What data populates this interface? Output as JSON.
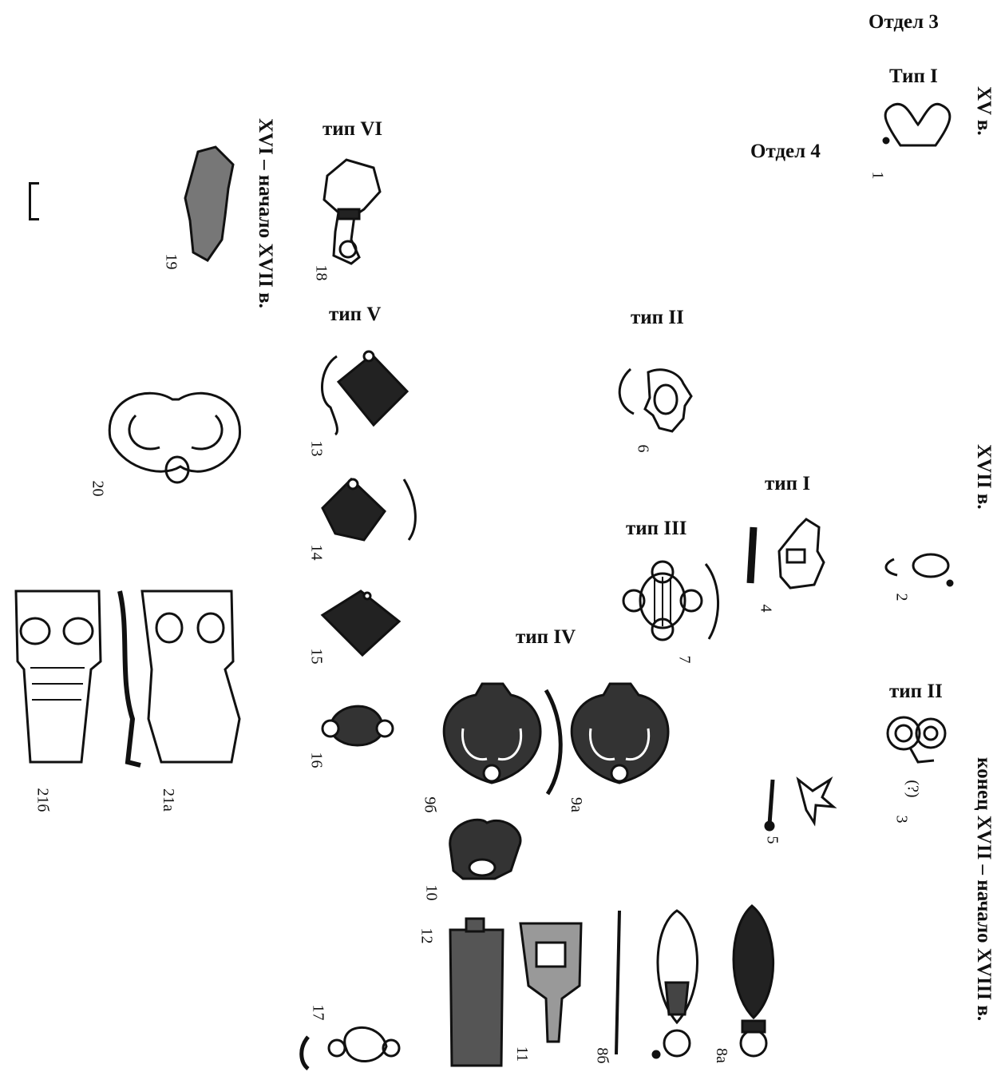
{
  "headers": {
    "otdel3": "Отдел 3",
    "otdel4": "Отдел 4",
    "tip_I_3": "Тип I",
    "tip_II_3": "тип II",
    "tip_I_4": "тип I",
    "tip_II_4": "тип II",
    "tip_III": "тип III",
    "tip_IV": "тип IV",
    "tip_V": "тип V",
    "tip_VI": "тип VI"
  },
  "periods": {
    "xv": "XV в.",
    "xvii": "XVII в.",
    "late_xvii": "конец XVII – начало XVIII в.",
    "xvi": "XVI – начало XVII в."
  },
  "figure_numbers": [
    "1",
    "2",
    "3",
    "(?)",
    "4",
    "5",
    "6",
    "7",
    "8а",
    "8б",
    "9а",
    "9б",
    "10",
    "11",
    "12",
    "13",
    "14",
    "15",
    "16",
    "17",
    "18",
    "19",
    "20",
    "21а",
    "21б"
  ]
}
